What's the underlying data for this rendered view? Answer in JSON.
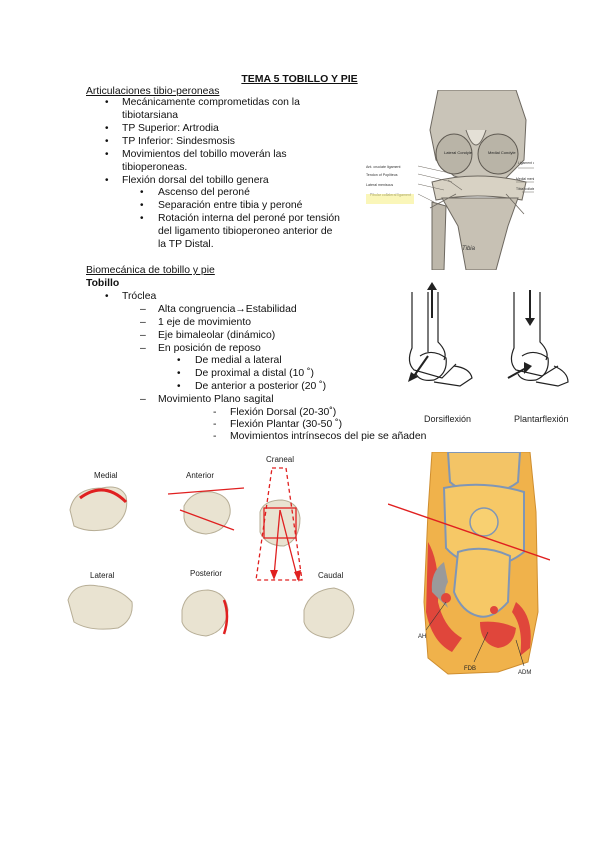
{
  "title": "TEMA 5 TOBILLO Y PIE",
  "section1": {
    "heading": "Articulaciones tibio-peroneas",
    "bullets": [
      [
        "Mecánicamente comprometidas con la",
        "tibiotarsiana"
      ],
      [
        "TP Superior: Artrodia"
      ],
      [
        "TP Inferior: Sindesmosis"
      ],
      [
        "Movimientos del tobillo moverán las",
        "tibioperoneas."
      ],
      [
        "Flexión dorsal del tobillo genera"
      ]
    ],
    "sub_bullets": [
      [
        "Ascenso del peroné"
      ],
      [
        "Separación entre tibia y peroné"
      ],
      [
        "Rotación interna del peroné por tensión",
        "del ligamento  tibioperoneo anterior  de",
        "la TP Distal."
      ]
    ]
  },
  "section2": {
    "heading": "Biomecánica de tobillo y pie",
    "subheading": "Tobillo",
    "bullet": "Tróclea",
    "dash_items": [
      "Alta congruencia→Estabilidad",
      "1 eje de movimiento",
      "Eje bimaleolar (dinámico)",
      "En posición de reposo"
    ],
    "reposo_items": [
      "De medial a lateral",
      "De proximal a distal (10 ˚)",
      "De anterior a posterior (20 ˚)"
    ],
    "movimiento_label": "Movimiento Plano sagital",
    "sagital_items": [
      "Flexión Dorsal (20-30˚)",
      "Flexión Plantar (30-50 ˚)",
      "Movimientos intrínsecos del pie se añaden"
    ]
  },
  "markers": {
    "bullet": "•",
    "dash": "–",
    "minus": "-"
  },
  "knee_figure": {
    "labels_left": [
      "Ant. cruciate ligament",
      "Tendon of Popliteus",
      "Lateral meniscus",
      "Fibular collateral ligament"
    ],
    "labels_right": [
      "Ligament of Wrisberg",
      "Medial meniscus",
      "Tibial collateral ligament"
    ],
    "condyle_labels": [
      "Lateral Condyle",
      "Medial Condyle"
    ],
    "bone_label": "Tibia"
  },
  "ankle_motion_figure": {
    "labels": [
      "Dorsiflexión",
      "Plantarflexión"
    ]
  },
  "talus_views": {
    "labels": [
      "Medial",
      "Anterior",
      "Craneal",
      "Lateral",
      "Posterior",
      "Caudal"
    ]
  },
  "mri_figure": {
    "labels": [
      "AH",
      "FDB",
      "ADM"
    ]
  },
  "colors": {
    "axis_red": "#e02020",
    "marrow_orange": "#f2a33a",
    "bone_blue": "#8fa5c2"
  }
}
